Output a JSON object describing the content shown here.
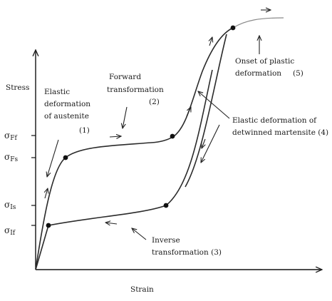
{
  "axes": {
    "y_label": "Stress",
    "x_label": "Strain"
  },
  "stress_levels": [
    {
      "sym": "σ",
      "sub": "Ff"
    },
    {
      "sym": "σ",
      "sub": "Fs"
    },
    {
      "sym": "σ",
      "sub": "Is"
    },
    {
      "sym": "σ",
      "sub": "If"
    }
  ],
  "annotations": {
    "elastic_austenite": [
      "Elastic",
      "deformation",
      "of austenite",
      "(1)"
    ],
    "forward": [
      "Forward",
      "transformation",
      "(2)"
    ],
    "inverse": [
      "Inverse",
      "transformation  (3)"
    ],
    "detwinned": [
      "Elastic deformation of",
      "detwinned martensite  (4)"
    ],
    "plastic": [
      "Onset of plastic",
      "deformation",
      "(5)"
    ]
  },
  "colors": {
    "curve": "#2b2b2b",
    "plastic_curve": "#8a8a8a",
    "background": "#ffffff"
  }
}
